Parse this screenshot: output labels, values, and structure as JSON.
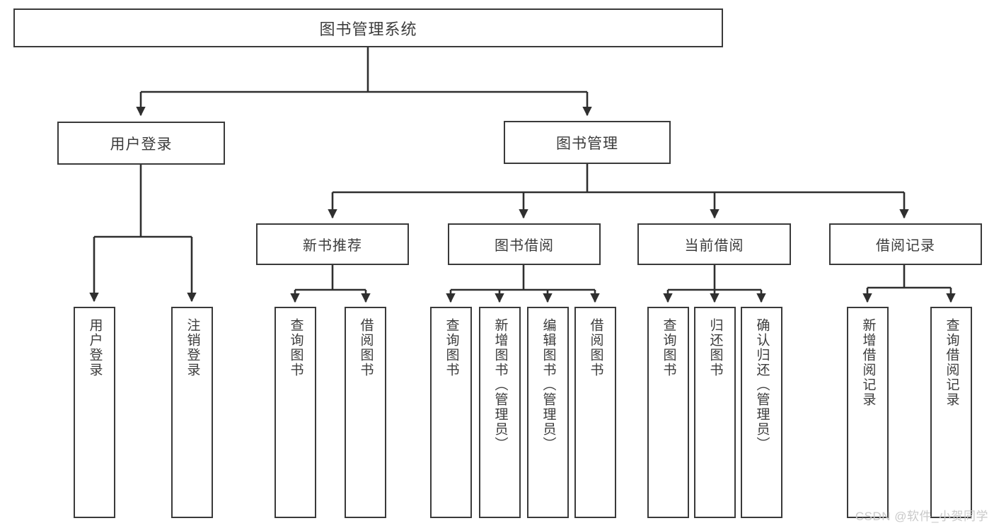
{
  "diagram": {
    "type": "hierarchy-tree",
    "title": "图书管理系统",
    "colors": {
      "box_border": "#3a3a3a",
      "box_fill": "#ffffff",
      "text": "#3c3c3c",
      "connector": "#2f2f2f",
      "watermark": "#c9c9c9",
      "background": "#ffffff"
    },
    "root": {
      "label": "图书管理系统"
    },
    "level1": [
      {
        "label": "用户登录"
      },
      {
        "label": "图书管理"
      }
    ],
    "level2": [
      {
        "label": "新书推荐"
      },
      {
        "label": "图书借阅"
      },
      {
        "label": "当前借阅"
      },
      {
        "label": "借阅记录"
      }
    ],
    "leaves": {
      "user_login": [
        {
          "label": "用户登录"
        },
        {
          "label": "注销登录"
        }
      ],
      "new_book_recommend": [
        {
          "label": "查询图书"
        },
        {
          "label": "借阅图书"
        }
      ],
      "book_borrow": [
        {
          "label": "查询图书"
        },
        {
          "label": "新增图书（管理员）"
        },
        {
          "label": "编辑图书（管理员）"
        },
        {
          "label": "借阅图书"
        }
      ],
      "current_borrow": [
        {
          "label": "查询图书"
        },
        {
          "label": "归还图书"
        },
        {
          "label": "确认归还（管理员）"
        }
      ],
      "borrow_record": [
        {
          "label": "新增借阅记录"
        },
        {
          "label": "查询借阅记录"
        }
      ]
    }
  },
  "watermark": {
    "text": "CSDN @软件_小贺同学"
  }
}
